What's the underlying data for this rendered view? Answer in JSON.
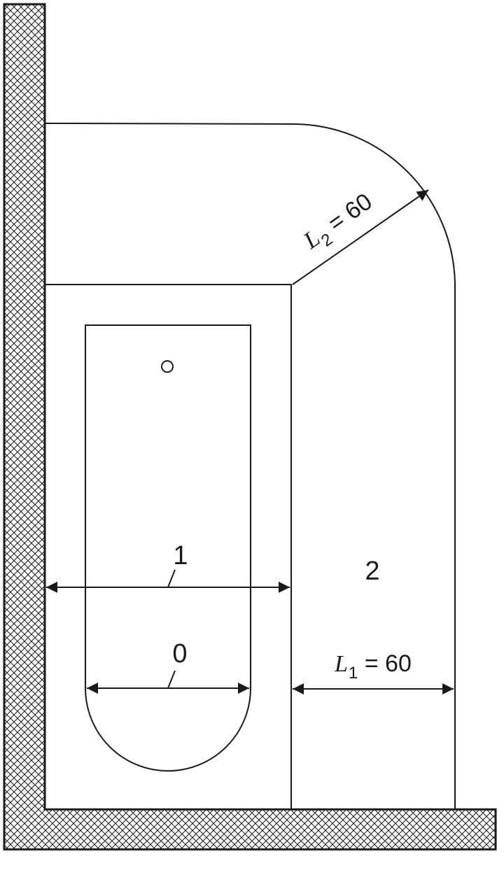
{
  "zones": {
    "zone0": "0",
    "zone1": "1",
    "zone2": "2"
  },
  "dimensions": {
    "L1": {
      "symbol": "L",
      "subscript": "1",
      "equals_value": " = 60"
    },
    "L2": {
      "symbol": "L",
      "subscript": "2",
      "equals_value": " = 60"
    }
  },
  "colors": {
    "line": "#1a1a1a",
    "wall_fill": "#ffffff"
  }
}
